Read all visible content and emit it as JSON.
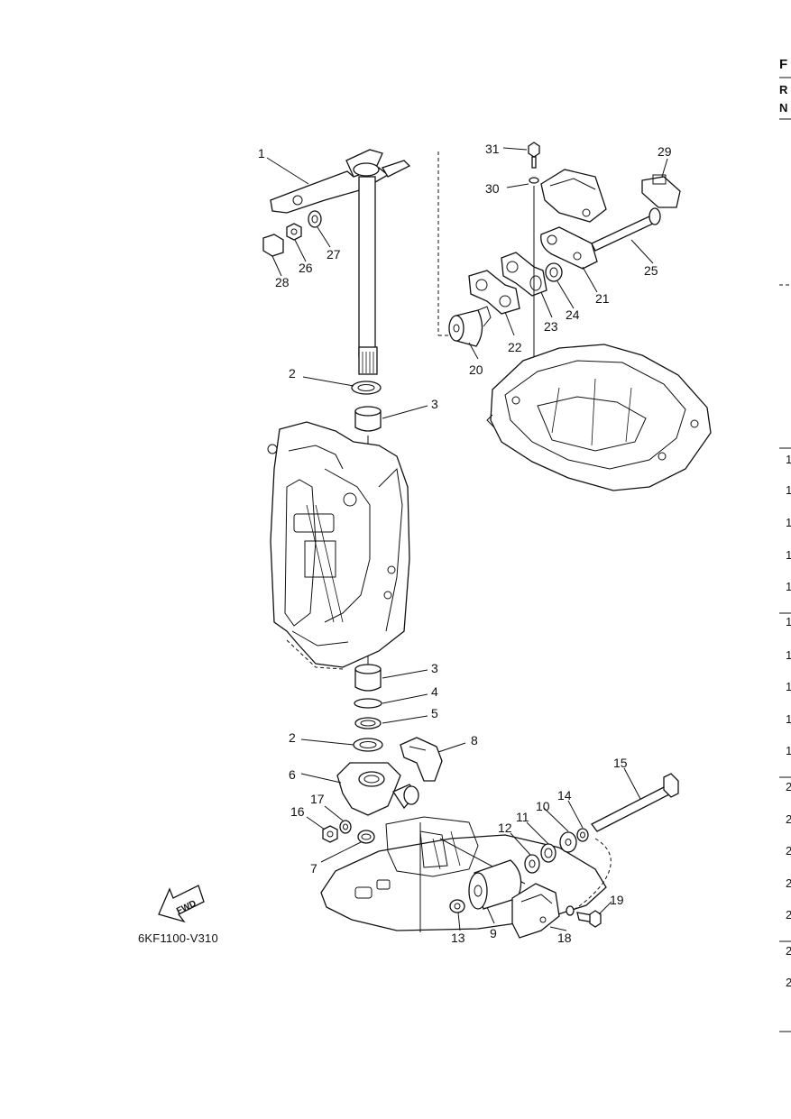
{
  "diagram": {
    "code": "6KF1100-V310",
    "fwd_label": "FWD",
    "callouts": [
      "1",
      "2",
      "3",
      "3",
      "4",
      "5",
      "2",
      "6",
      "7",
      "8",
      "9",
      "10",
      "11",
      "12",
      "13",
      "14",
      "15",
      "16",
      "17",
      "18",
      "19",
      "20",
      "21",
      "22",
      "23",
      "24",
      "25",
      "26",
      "27",
      "28",
      "29",
      "30",
      "31"
    ]
  },
  "right_edge": {
    "header_letters": [
      "F",
      "R",
      "N"
    ],
    "row_marks": [
      "1",
      "1",
      "1",
      "1",
      "1",
      "1",
      "1",
      "1",
      "1",
      "1",
      "2",
      "2",
      "2",
      "2",
      "2",
      "2",
      "2"
    ]
  }
}
